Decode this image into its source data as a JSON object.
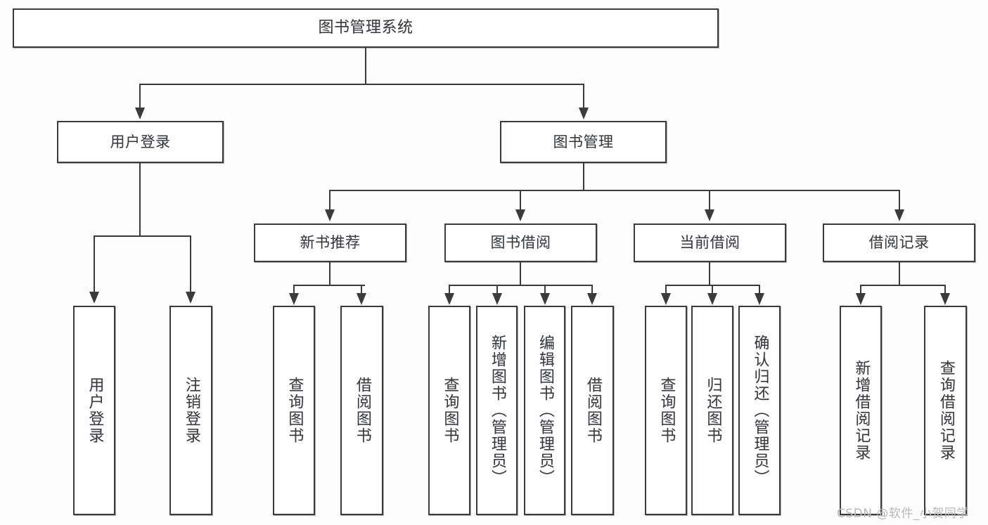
{
  "diagram": {
    "title": "图书管理系统",
    "root": {
      "label": "图书管理系统"
    },
    "level1": [
      {
        "label": "用户登录"
      },
      {
        "label": "图书管理"
      }
    ],
    "level2": [
      {
        "label": "新书推荐"
      },
      {
        "label": "图书借阅"
      },
      {
        "label": "当前借阅"
      },
      {
        "label": "借阅记录"
      }
    ],
    "leaves": {
      "user_login": [
        {
          "label": "用户登录"
        },
        {
          "label": "注销登录"
        }
      ],
      "new_book_recommend": [
        {
          "label": "查询图书"
        },
        {
          "label": "借阅图书"
        }
      ],
      "book_borrow": [
        {
          "label": "查询图书"
        },
        {
          "label": "新增图书（管理员）"
        },
        {
          "label": "编辑图书（管理员）"
        },
        {
          "label": "借阅图书"
        }
      ],
      "current_borrow": [
        {
          "label": "查询图书"
        },
        {
          "label": "归还图书"
        },
        {
          "label": "确认归还（管理员）"
        }
      ],
      "borrow_record": [
        {
          "label": "新增借阅记录"
        },
        {
          "label": "查询借阅记录"
        }
      ]
    }
  },
  "watermark": {
    "text": "CSDN @软件_小贺同学"
  },
  "colors": {
    "box_border": "#3b3b3b",
    "text": "#3a3a3a",
    "background": "#fdfdfd",
    "watermark": "#b9b9b9"
  },
  "chart_data": {
    "type": "diagram",
    "subtype": "tree-hierarchy",
    "title": "图书管理系统",
    "nodes": [
      {
        "id": "root",
        "label": "图书管理系统",
        "level": 0
      },
      {
        "id": "n1",
        "label": "用户登录",
        "level": 1
      },
      {
        "id": "n2",
        "label": "图书管理",
        "level": 1
      },
      {
        "id": "n3",
        "label": "新书推荐",
        "level": 2
      },
      {
        "id": "n4",
        "label": "图书借阅",
        "level": 2
      },
      {
        "id": "n5",
        "label": "当前借阅",
        "level": 2
      },
      {
        "id": "n6",
        "label": "借阅记录",
        "level": 2
      },
      {
        "id": "l1",
        "label": "用户登录",
        "level": 3
      },
      {
        "id": "l2",
        "label": "注销登录",
        "level": 3
      },
      {
        "id": "l3",
        "label": "查询图书",
        "level": 3
      },
      {
        "id": "l4",
        "label": "借阅图书",
        "level": 3
      },
      {
        "id": "l5",
        "label": "查询图书",
        "level": 3
      },
      {
        "id": "l6",
        "label": "新增图书（管理员）",
        "level": 3
      },
      {
        "id": "l7",
        "label": "编辑图书（管理员）",
        "level": 3
      },
      {
        "id": "l8",
        "label": "借阅图书",
        "level": 3
      },
      {
        "id": "l9",
        "label": "查询图书",
        "level": 3
      },
      {
        "id": "l10",
        "label": "归还图书",
        "level": 3
      },
      {
        "id": "l11",
        "label": "确认归还（管理员）",
        "level": 3
      },
      {
        "id": "l12",
        "label": "新增借阅记录",
        "level": 3
      },
      {
        "id": "l13",
        "label": "查询借阅记录",
        "level": 3
      }
    ],
    "edges": [
      {
        "from": "root",
        "to": "n1"
      },
      {
        "from": "root",
        "to": "n2"
      },
      {
        "from": "n1",
        "to": "l1"
      },
      {
        "from": "n1",
        "to": "l2"
      },
      {
        "from": "n2",
        "to": "n3"
      },
      {
        "from": "n2",
        "to": "n4"
      },
      {
        "from": "n2",
        "to": "n5"
      },
      {
        "from": "n2",
        "to": "n6"
      },
      {
        "from": "n3",
        "to": "l3"
      },
      {
        "from": "n3",
        "to": "l4"
      },
      {
        "from": "n4",
        "to": "l5"
      },
      {
        "from": "n4",
        "to": "l6"
      },
      {
        "from": "n4",
        "to": "l7"
      },
      {
        "from": "n4",
        "to": "l8"
      },
      {
        "from": "n5",
        "to": "l9"
      },
      {
        "from": "n5",
        "to": "l10"
      },
      {
        "from": "n5",
        "to": "l11"
      },
      {
        "from": "n6",
        "to": "l12"
      },
      {
        "from": "n6",
        "to": "l13"
      }
    ]
  }
}
